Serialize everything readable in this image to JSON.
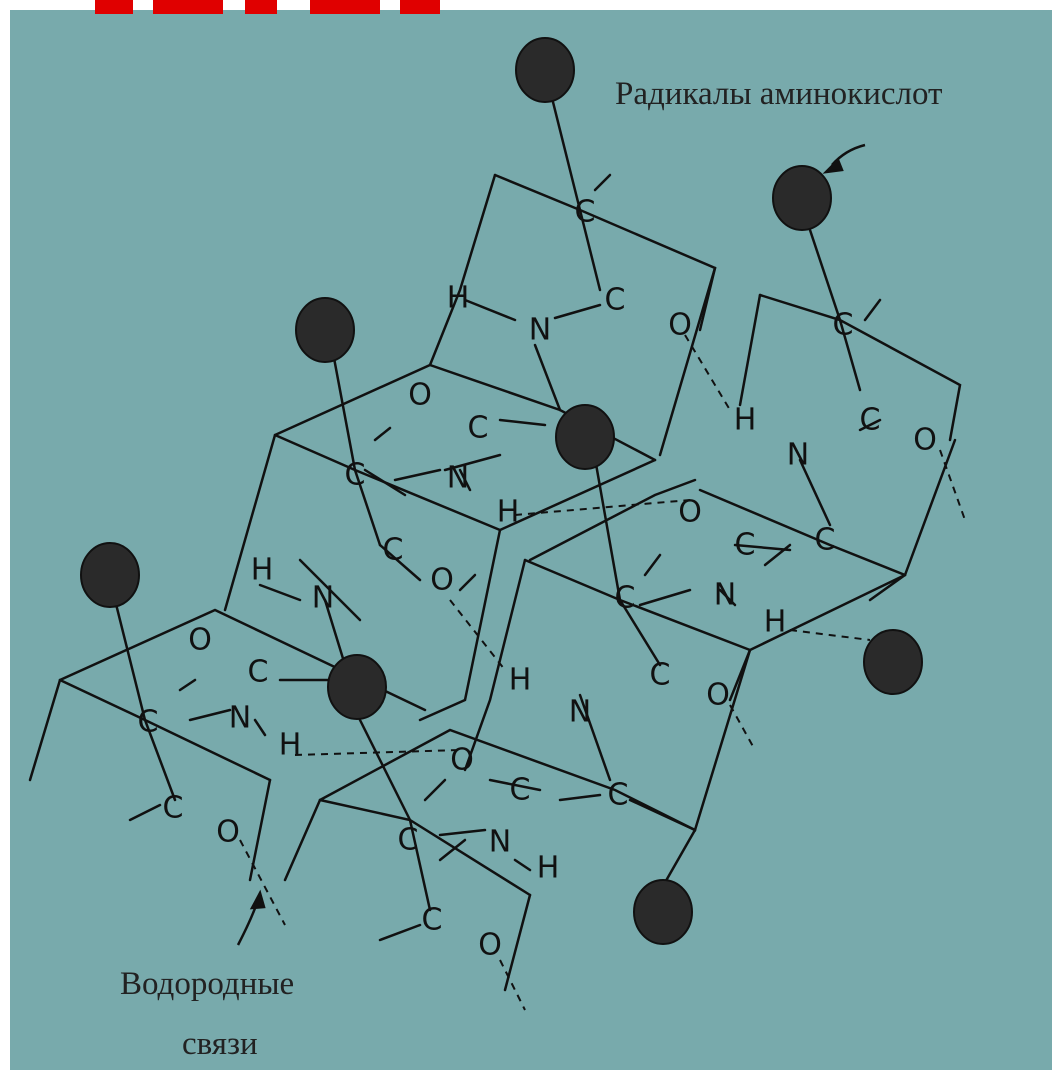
{
  "labels": {
    "radicals": "Радикалы аминокислот",
    "hbonds_line1": "Водородные",
    "hbonds_line2": "связи"
  },
  "atoms": {
    "carbon": "C",
    "nitrogen": "N",
    "oxygen": "O",
    "hydrogen": "H"
  },
  "colors": {
    "background": "#78aaac",
    "radical_fill": "#2a2a2a",
    "title_red": "#e00000"
  }
}
